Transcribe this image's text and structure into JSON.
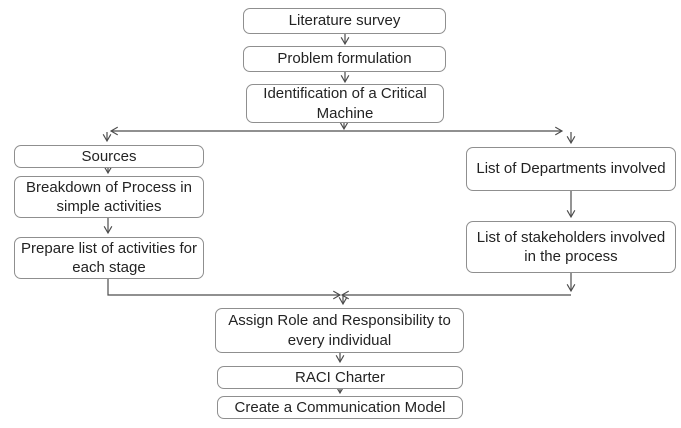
{
  "diagram": {
    "type": "flowchart",
    "background": "#ffffff",
    "colors": {
      "node_fill": "#ffffff",
      "node_border": "#8f8f8f",
      "text": "#232323",
      "connector": "#4d4d4d"
    },
    "nodes": [
      {
        "id": "literature-survey",
        "label": "Literature survey"
      },
      {
        "id": "problem-formulation",
        "label": "Problem formulation"
      },
      {
        "id": "identification-critical-machine",
        "label": "Identification of a Critical Machine"
      },
      {
        "id": "sources",
        "label": "Sources"
      },
      {
        "id": "breakdown-process",
        "label": "Breakdown of Process in simple activities"
      },
      {
        "id": "prepare-list-activities",
        "label": "Prepare list of activities for each stage"
      },
      {
        "id": "list-departments",
        "label": "List of Departments involved"
      },
      {
        "id": "list-stakeholders",
        "label": "List of stakeholders involved in the process"
      },
      {
        "id": "assign-role-responsibility",
        "label": "Assign Role and Responsibility to every individual"
      },
      {
        "id": "raci-charter",
        "label": "RACI Charter"
      },
      {
        "id": "create-communication-model",
        "label": "Create a Communication Model"
      }
    ],
    "edges": [
      {
        "from": "literature-survey",
        "to": "problem-formulation"
      },
      {
        "from": "problem-formulation",
        "to": "identification-critical-machine"
      },
      {
        "from": "identification-critical-machine",
        "to": "sources"
      },
      {
        "from": "identification-critical-machine",
        "to": "list-departments"
      },
      {
        "from": "sources",
        "to": "breakdown-process"
      },
      {
        "from": "breakdown-process",
        "to": "prepare-list-activities"
      },
      {
        "from": "list-departments",
        "to": "list-stakeholders"
      },
      {
        "from": "prepare-list-activities",
        "to": "assign-role-responsibility"
      },
      {
        "from": "list-stakeholders",
        "to": "assign-role-responsibility"
      },
      {
        "from": "assign-role-responsibility",
        "to": "raci-charter"
      },
      {
        "from": "raci-charter",
        "to": "create-communication-model"
      }
    ]
  }
}
